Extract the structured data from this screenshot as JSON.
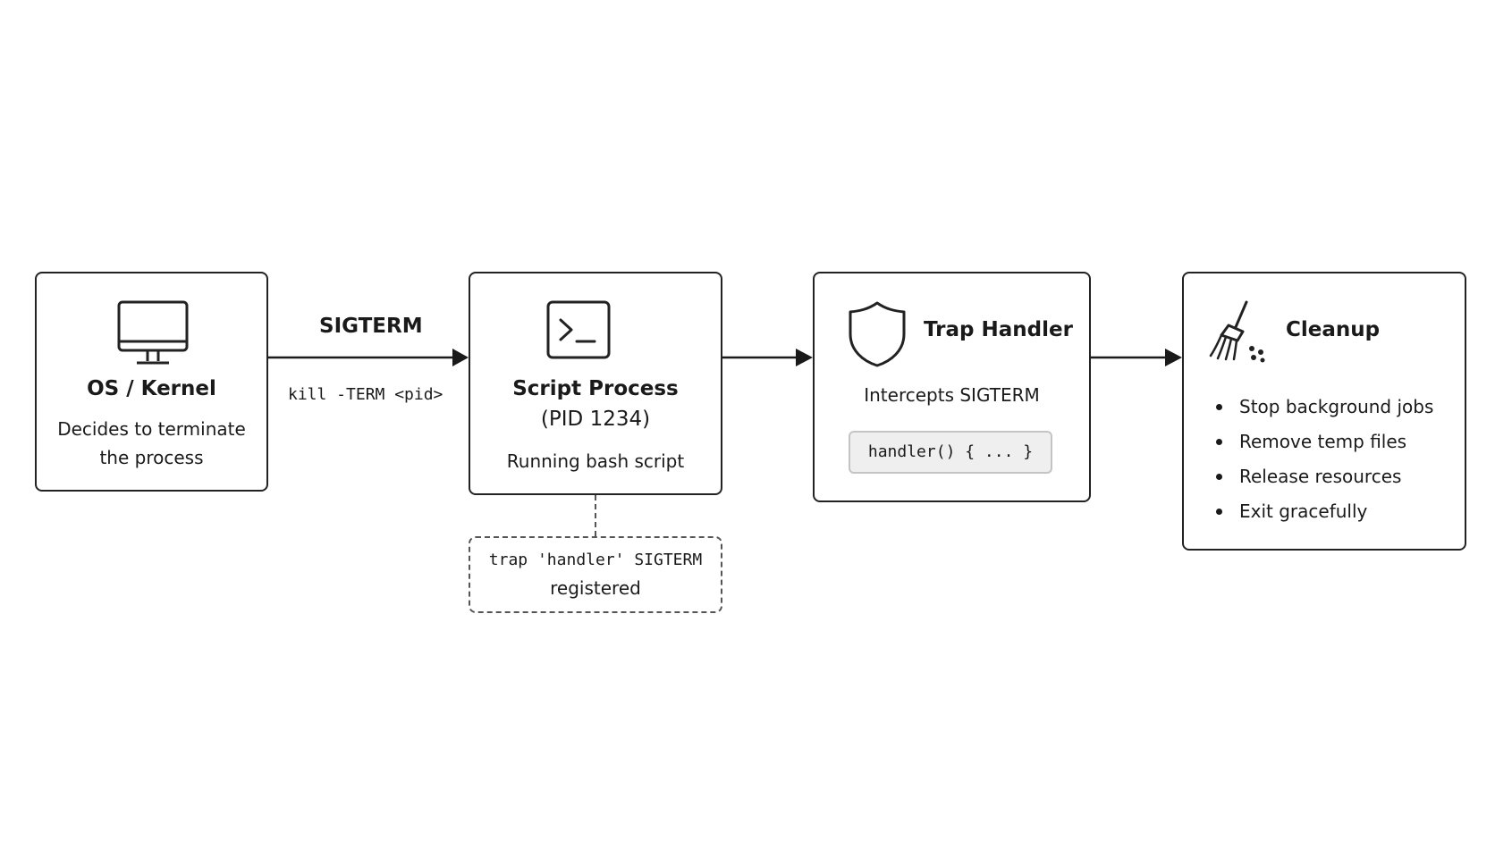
{
  "nodes": {
    "os": {
      "title": "OS / Kernel",
      "desc_line1": "Decides to terminate",
      "desc_line2": "the process",
      "icon": "monitor-icon"
    },
    "script": {
      "title_line1": "Script Process",
      "title_line2": "(PID 1234)",
      "desc": "Running bash script",
      "icon": "terminal-icon"
    },
    "trap": {
      "title": "Trap Handler",
      "desc": "Intercepts SIGTERM",
      "code": "handler() { ... }",
      "icon": "shield-icon"
    },
    "cleanup": {
      "title": "Cleanup",
      "icon": "broom-icon",
      "items": [
        "Stop background jobs",
        "Remove temp files",
        "Release resources",
        "Exit gracefully"
      ]
    }
  },
  "note": {
    "line1": "trap 'handler' SIGTERM",
    "line2": "registered"
  },
  "edges": {
    "os_to_script": {
      "label": "SIGTERM",
      "sublabel": "kill -TERM <pid>"
    }
  }
}
